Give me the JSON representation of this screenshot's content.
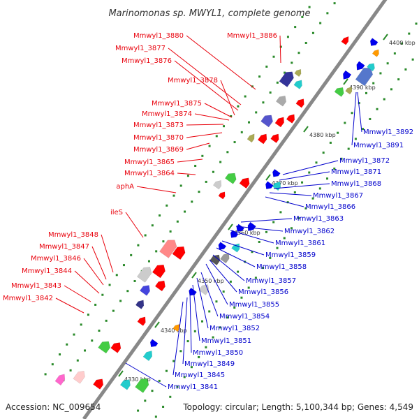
{
  "title": "Marinomonas sp. MWYL1, complete genome",
  "footer": {
    "accession": "Accession: NC_009654",
    "summary": "Topology: circular; Length: 5,100,344 bp; Genes: 4,549"
  },
  "colors": {
    "backbone": "#888888",
    "left_labels": "#e8000b",
    "right_labels": "#0000cc",
    "ticks": "#2a8a2a"
  },
  "scale_ticks": [
    "4330 kbp",
    "4340 kbp",
    "4350 kbp",
    "4360 kbp",
    "4370 kbp",
    "4380 kbp",
    "4390 kbp",
    "4400 kbp"
  ],
  "left_labels": [
    "Mmwyl1_3880",
    "Mmwyl1_3877",
    "Mmwyl1_3876",
    "Mmwyl1_3878",
    "Mmwyl1_3875",
    "Mmwyl1_3874",
    "Mmwyl1_3873",
    "Mmwyl1_3870",
    "Mmwyl1_3869",
    "Mmwyl1_3865",
    "Mmwyl1_3864",
    "aphA",
    "ileS",
    "Mmwyl1_3848",
    "Mmwyl1_3847",
    "Mmwyl1_3846",
    "Mmwyl1_3844",
    "Mmwyl1_3843",
    "Mmwyl1_3842",
    "Mmwyl1_3886"
  ],
  "right_labels": [
    "Mmwyl1_3892",
    "Mmwyl1_3891",
    "Mmwyl1_3872",
    "Mmwyl1_3871",
    "Mmwyl1_3868",
    "Mmwyl1_3867",
    "Mmwyl1_3866",
    "Mmwyl1_3863",
    "Mmwyl1_3862",
    "Mmwyl1_3861",
    "Mmwyl1_3859",
    "Mmwyl1_3858",
    "Mmwyl1_3857",
    "Mmwyl1_3856",
    "Mmwyl1_3855",
    "Mmwyl1_3854",
    "Mmwyl1_3852",
    "Mmwyl1_3851",
    "Mmwyl1_3850",
    "Mmwyl1_3849",
    "Mmwyl1_3845",
    "Mmwyl1_3841"
  ]
}
